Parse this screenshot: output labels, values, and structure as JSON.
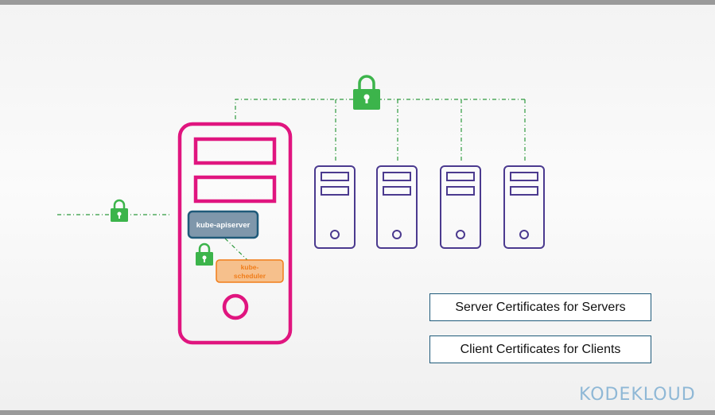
{
  "labels": {
    "apiserver": "kube-apiserver",
    "scheduler_line1": "kube-",
    "scheduler_line2": "scheduler"
  },
  "legend": {
    "server": "Server Certificates for Servers",
    "client": "Client Certificates for Clients"
  },
  "brand": {
    "logo": "KODEKLOUD"
  },
  "icons": [
    "lock-icon",
    "server-icon"
  ],
  "colors": {
    "master_node": "#e0157f",
    "worker_node": "#4b3a8f",
    "lock": "#3cb44b",
    "connector": "#2e9a3e",
    "apiserver_fill": "#7f97ab",
    "apiserver_border": "#1f5a7a",
    "scheduler_fill": "#f6c08c",
    "scheduler_border": "#f07d1a",
    "logo": "#8fb8d6"
  }
}
